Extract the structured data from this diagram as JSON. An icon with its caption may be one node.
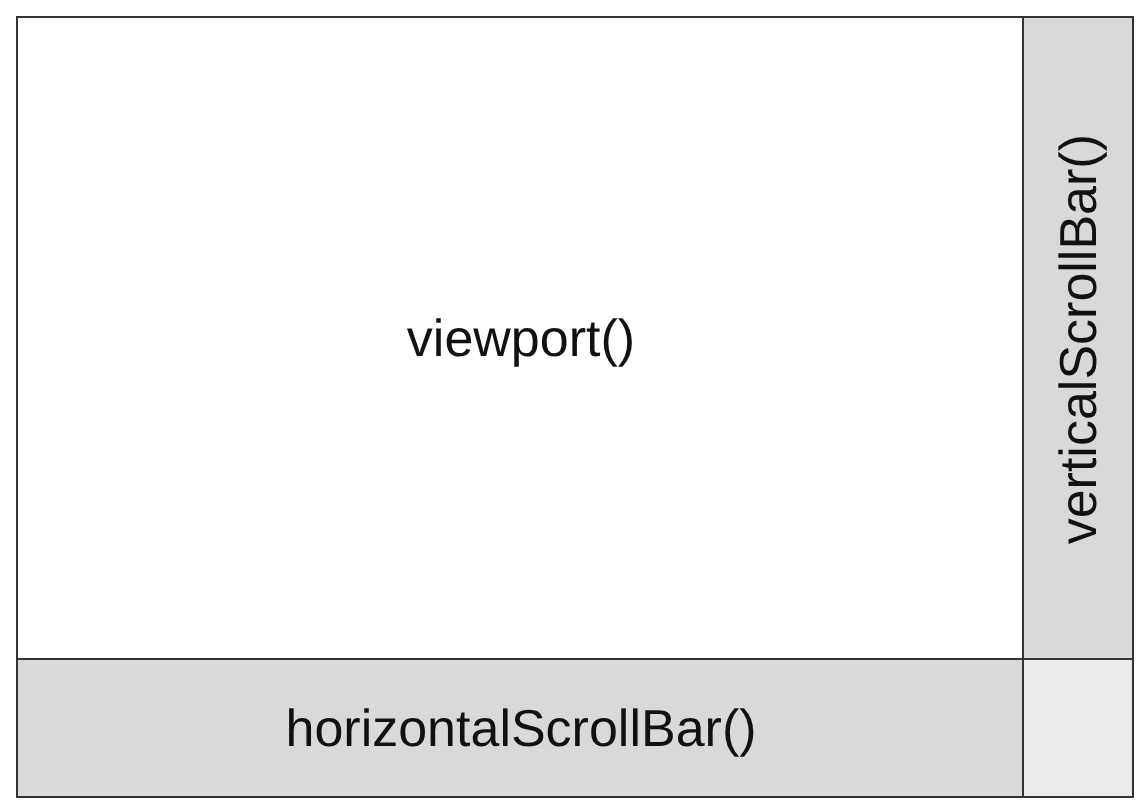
{
  "diagram": {
    "nodes": [
      {
        "text": [
          "viewport()"
        ]
      },
      {
        "text": [
          "verticalScrollBar()"
        ]
      },
      {
        "text": [
          "horizontalScrollBar()"
        ]
      },
      {
        "text": [],
        "shape": "box"
      }
    ]
  }
}
